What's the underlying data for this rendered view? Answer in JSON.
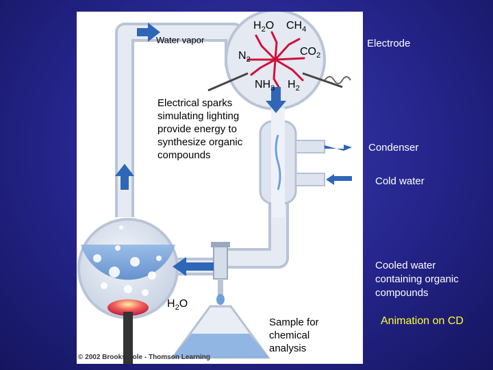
{
  "apparatus": {
    "water_vapor": "Water vapor",
    "h2o_top": "H",
    "h2o_top_sub": "2",
    "h2o_top_o": "O",
    "ch4": "CH",
    "ch4_sub": "4",
    "n2": "N",
    "n2_sub": "2",
    "co2": "CO",
    "co2_sub": "2",
    "nh3": "NH",
    "nh3_sub": "3",
    "h2": "H",
    "h2_sub": "2",
    "sparks_text": [
      "Electrical sparks",
      "simulating lighting",
      "provide energy to",
      "synthesize organic",
      "compounds"
    ],
    "h2o_bottom": "H",
    "h2o_bottom_sub": "2",
    "h2o_bottom_o": "O",
    "sample_text": [
      "Sample for",
      "chemical",
      "analysis"
    ],
    "copyright": "© 2002 Brooks/Cole - Thomson Learning"
  },
  "callouts": {
    "electrode": "Electrode",
    "condenser": "Condenser",
    "cold_water": "Cold water",
    "cooled_water": [
      "Cooled water",
      "containing organic",
      "compounds"
    ]
  },
  "link": {
    "animation": "Animation on CD"
  },
  "colors": {
    "background": "#24248a",
    "panel": "#ffffff",
    "glass": "#dfe6f2",
    "arrow": "#2f66b8",
    "spark": "#d0103a",
    "water": "#6f9fd8",
    "flame": "#e0334a",
    "highlight": "#ffff33"
  }
}
